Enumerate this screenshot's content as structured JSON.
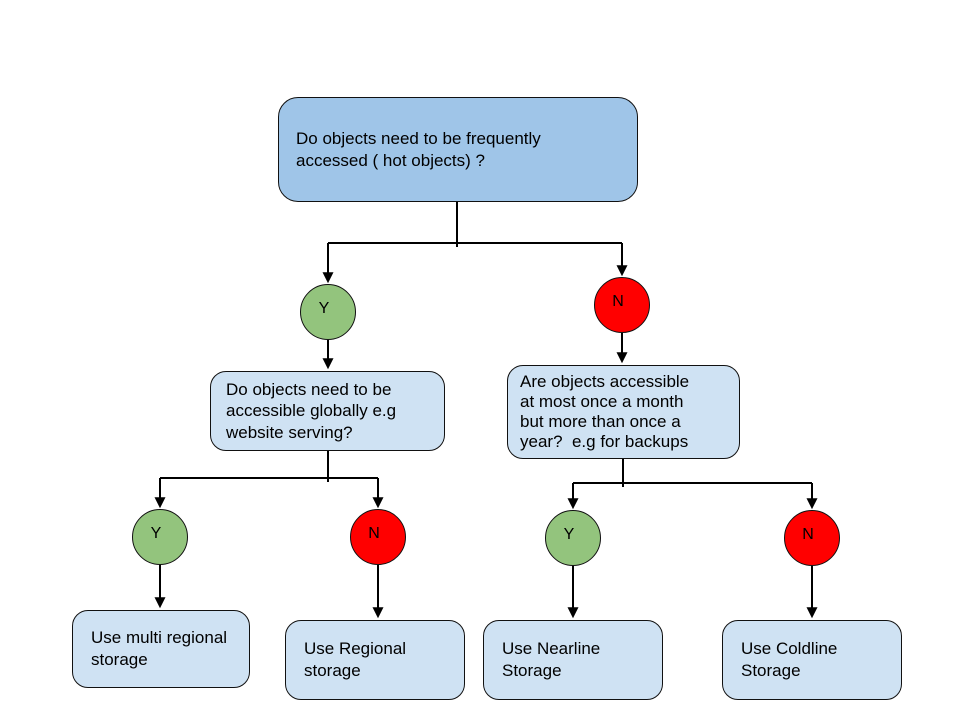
{
  "flowchart": {
    "root_question": "Do objects need to be frequently\naccessed ( hot objects) ?",
    "branch_labels": {
      "yes": "Y",
      "no": "N"
    },
    "questions": {
      "global_access": "Do objects need to be\naccessible globally e.g\nwebsite serving?",
      "monthly_access": "Are objects accessible\nat most once a month\nbut more than once a\nyear?  e.g for backups"
    },
    "outcomes": {
      "multi_regional": "Use multi regional\nstorage",
      "regional": "Use Regional\nstorage",
      "nearline": "Use Nearline\nStorage",
      "coldline": "Use Coldline\nStorage"
    },
    "colors": {
      "question_box_top": "#9fc5e8",
      "question_box": "#cfe2f3",
      "yes_circle": "#93c47d",
      "no_circle": "#ff0000",
      "line": "#000000"
    }
  }
}
